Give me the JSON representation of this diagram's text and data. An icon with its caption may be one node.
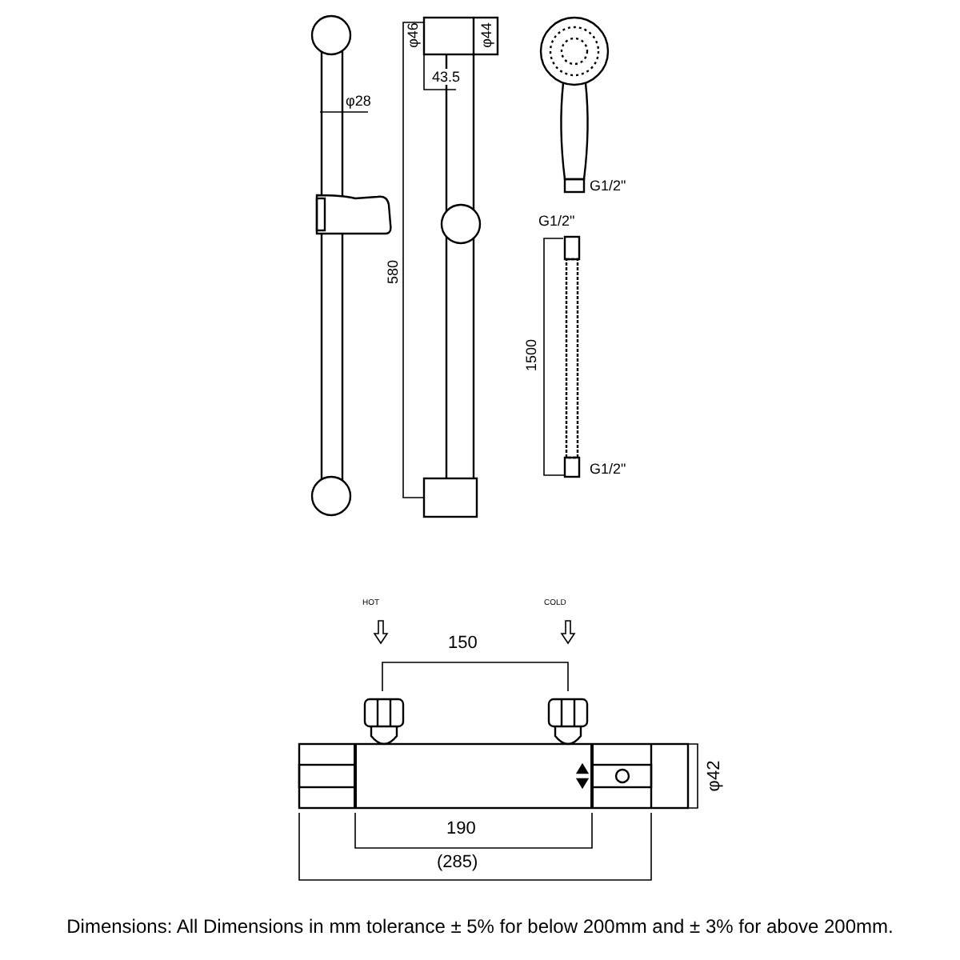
{
  "diagram": {
    "caption": "Dimensions: All Dimensions in mm tolerance ± 5% for below 200mm and ± 3% for above 200mm.",
    "labels": [
      "φ46",
      "φ44",
      "φ28",
      "43.5",
      "G1/2\"",
      "G1/2\"",
      "580",
      "1500",
      "G1/2\"",
      "HOT",
      "COLD",
      "150",
      "φ42",
      "190",
      "(285)"
    ]
  }
}
